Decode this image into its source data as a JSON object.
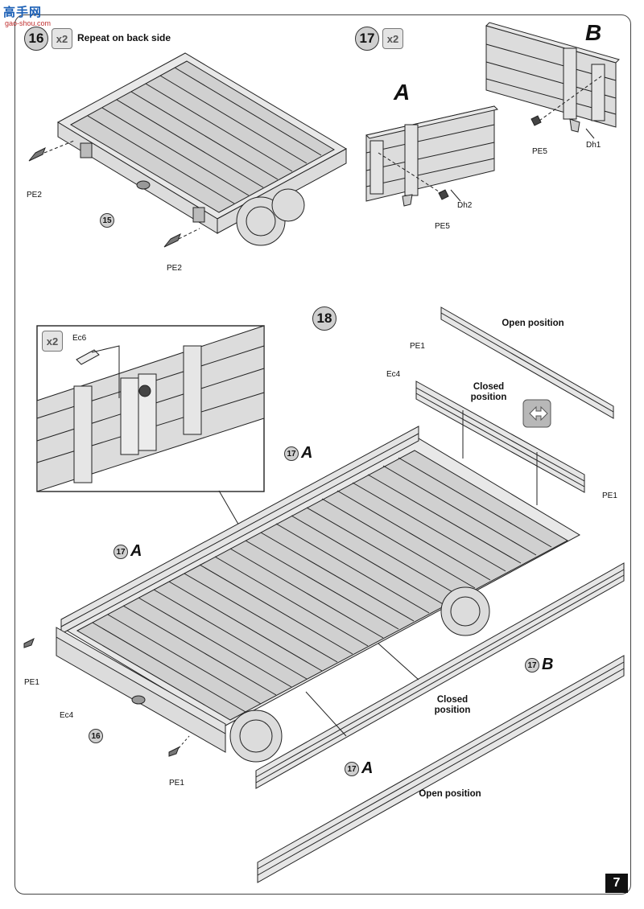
{
  "watermark": {
    "brand": "高手网",
    "url": "gao-shou.com"
  },
  "page_number": "7",
  "step16": {
    "number": "16",
    "multiplier": "x2",
    "note": "Repeat on back side",
    "ref": "15",
    "part_a": "PE2",
    "part_b": "PE2"
  },
  "step17": {
    "number": "17",
    "multiplier": "x2",
    "label_a": "A",
    "label_b": "B",
    "part_pe5_a": "PE5",
    "part_dh2": "Dh2",
    "part_pe5_b": "PE5",
    "part_dh1": "Dh1"
  },
  "step18": {
    "number": "18",
    "inset_multiplier": "x2",
    "inset_part": "Ec6",
    "part_pe1_top": "PE1",
    "part_ec4_top": "Ec4",
    "part_pe1_right": "PE1",
    "part_pe1_left": "PE1",
    "part_ec4_left": "Ec4",
    "part_pe1_bottom": "PE1",
    "ref_16": "16",
    "ref_17": "17",
    "ref_a": "A",
    "ref_b": "B",
    "open_position_top": "Open position",
    "closed_position_top": "Closed position",
    "closed_position_bottom": "Closed position",
    "open_position_bottom": "Open position"
  }
}
